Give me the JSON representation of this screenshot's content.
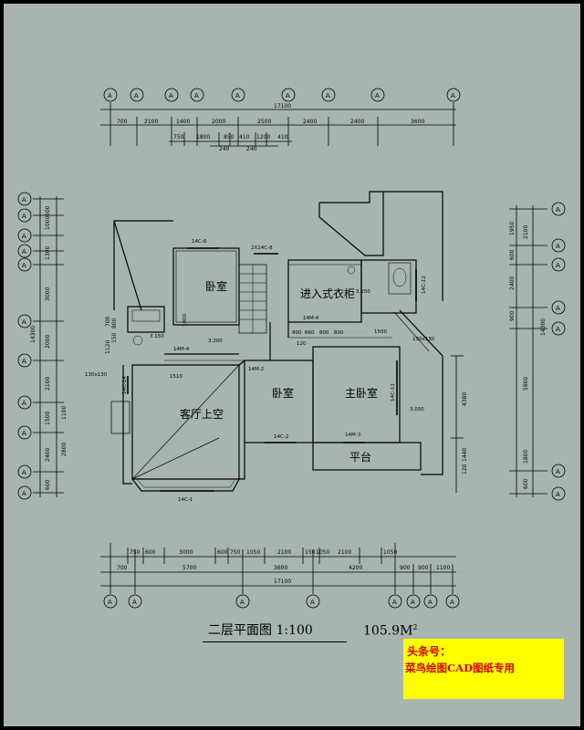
{
  "axis_label": "A",
  "top_dims": {
    "total": "17100",
    "row1": [
      "700",
      "2100",
      "1400",
      "2000",
      "2500",
      "2400",
      "2400",
      "3600"
    ],
    "row2": [
      "750",
      "1800",
      "850",
      "410",
      "1200",
      "410"
    ],
    "row3": [
      "240",
      "240"
    ]
  },
  "bottom_dims": {
    "row1": [
      "750",
      "600",
      "3000",
      "600",
      "750",
      "1050",
      "2100",
      "150",
      "1050",
      "2100",
      "1050"
    ],
    "row2": [
      "700",
      "5700",
      "3600",
      "4200",
      "900",
      "900",
      "1100"
    ],
    "total": "17100"
  },
  "left_dims": {
    "outer": [
      "1000",
      "1300",
      "3000",
      "2000",
      "2100",
      "2400",
      "600"
    ],
    "outer_total": "14300",
    "inner": [
      "600",
      "1500",
      "1100",
      "2800"
    ],
    "inner2": [
      "700",
      "1120",
      "800",
      "150"
    ]
  },
  "right_dims": {
    "inner": [
      "1950",
      "600",
      "2400",
      "900",
      "5900",
      "1800",
      "600"
    ],
    "outer": [
      "2100",
      "14300"
    ],
    "mid": [
      "4380",
      "1440",
      "120"
    ]
  },
  "rooms": {
    "bedroom_a": "卧室",
    "closet": "进入式衣柜",
    "bedroom_b": "卧室",
    "master": "主卧室",
    "living_void": "客厅上空",
    "terrace": "平台"
  },
  "tags": {
    "w1": "14C-6",
    "w2": "2X14C-8",
    "w3": "14C-12",
    "w4": "14C-11",
    "w5": "14C-2",
    "w6": "14C-1",
    "w7": "14C-14",
    "m1": "14M-4",
    "m2": "14M-2",
    "m3": "14M-3",
    "m4": "14M-4",
    "e1": "3.150",
    "e2": "3.150",
    "e3": "3.200",
    "e4": "3.050",
    "d1": "1000",
    "d2": "1510",
    "d3": "120",
    "d4": "1500",
    "h1": "130x130",
    "h2": "130x130"
  },
  "closet_dims": [
    "800",
    "660",
    "800",
    "800"
  ],
  "caption": "二层平面图 1:100",
  "area": "105.9M",
  "area_unit": "2",
  "watermark": {
    "line1": "头条号：",
    "line2": "菜鸟绘图CAD图纸专用"
  }
}
